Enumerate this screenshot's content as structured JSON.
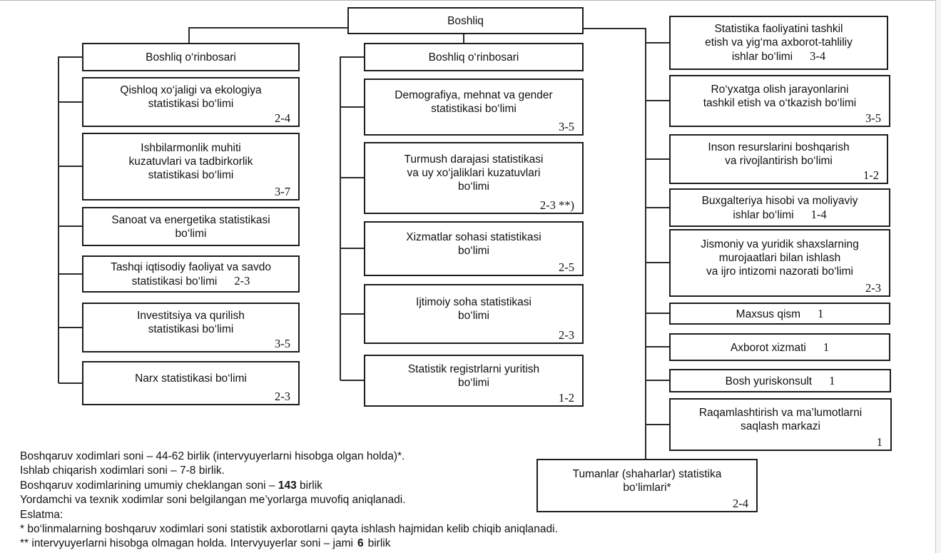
{
  "diagram": {
    "root": {
      "title": "Boshliq"
    },
    "left": {
      "header": "Boshliq o‘rinbosari",
      "boxes": [
        {
          "title": "Qishloq xo‘jaligi va ekologiya\nstatistikasi bo‘limi",
          "num": "2-4"
        },
        {
          "title": "Ishbilarmonlik muhiti\nkuzatuvlari va tadbirkorlik\nstatistikasi bo‘limi",
          "num": "3-7"
        },
        {
          "title": "Sanoat va energetika statistikasi\nbo‘limi",
          "num": ""
        },
        {
          "title": "Tashqi iqtisodiy faoliyat va savdo\nstatistikasi bo‘limi",
          "num": "2-3"
        },
        {
          "title": "Investitsiya va qurilish\nstatistikasi bo‘limi",
          "num": "3-5"
        },
        {
          "title": "Narx statistikasi bo‘limi",
          "num": "2-3"
        }
      ]
    },
    "middle": {
      "header": "Boshliq o‘rinbosari",
      "boxes": [
        {
          "title": "Demografiya, mehnat va gender\nstatistikasi bo‘limi",
          "num": "3-5"
        },
        {
          "title": "Turmush darajasi statistikasi\nva uy xo‘jaliklari kuzatuvlari\nbo‘limi",
          "num": "2-3 **)"
        },
        {
          "title": "Xizmatlar sohasi statistikasi\nbo‘limi",
          "num": "2-5"
        },
        {
          "title": "Ijtimoiy soha statistikasi\nbo‘limi",
          "num": "2-3"
        },
        {
          "title": "Statistik registrlarni yuritish\nbo‘limi",
          "num": "1-2"
        }
      ]
    },
    "right": {
      "boxes": [
        {
          "title": "Statistika faoliyatini tashkil\netish va yig‘ma axborot-tahliliy\nishlar bo‘limi",
          "num": "3-4"
        },
        {
          "title": "Ro‘yxatga olish jarayonlarini\ntashkil etish va o‘tkazish bo‘limi",
          "num": "3-5"
        },
        {
          "title": "Inson resurslarini boshqarish\nva rivojlantirish bo‘limi",
          "num": "1-2"
        },
        {
          "title": "Buxgalteriya hisobi va moliyaviy\nishlar bo‘limi",
          "num": "1-4"
        },
        {
          "title": "Jismoniy va yuridik shaxslarning\nmurojaatlari bilan ishlash\nva ijro intizomi nazorati bo‘limi",
          "num": "2-3"
        },
        {
          "title": "Maxsus qism",
          "num": "1"
        },
        {
          "title": "Axborot xizmati",
          "num": "1"
        },
        {
          "title": "Bosh yuriskonsult",
          "num": "1"
        },
        {
          "title": "Raqamlashtirish va ma’lumotlarni\nsaqlash markazi",
          "num": "1"
        }
      ]
    },
    "bottom": {
      "title": "Tumanlar (shaharlar) statistika\nbo‘limlari*",
      "num": "2-4"
    }
  },
  "notes": {
    "line1": "Boshqaruv xodimlari soni – 44-62 birlik (intervyuyerlarni hisobga olgan holda)*.",
    "line2": "Ishlab chiqarish xodimlari soni – 7-8 birlik.",
    "line3_pre": "Boshqaruv xodimlarining umumiy cheklangan soni – ",
    "line3_strong": "143",
    "line3_post": " birlik",
    "line4": "Yordamchi va texnik xodimlar soni belgilangan me’yorlarga muvofiq aniqlanadi.",
    "line5": "Eslatma:",
    "line6": "* bo‘linmalarning boshqaruv xodimlari soni statistik axborotlarni qayta ishlash hajmidan kelib chiqib aniqlanadi.",
    "line7_pre": "** intervyuyerlarni hisobga olmagan holda. Intervyuyerlar soni – jami",
    "line7_strong": "6",
    "line7_post": "birlik"
  }
}
